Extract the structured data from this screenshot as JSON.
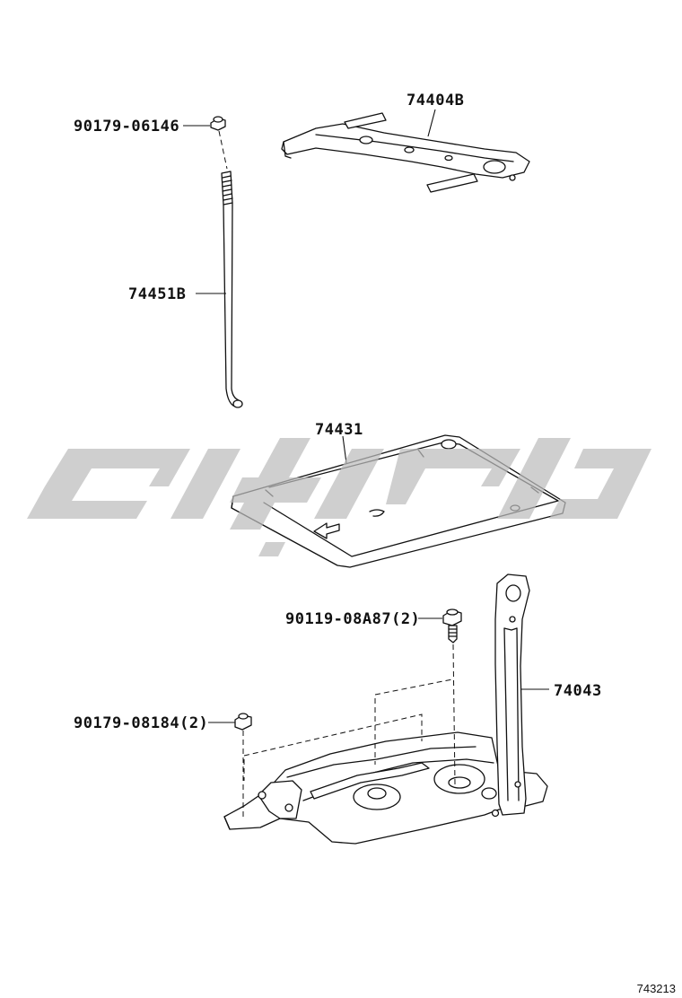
{
  "diagram": {
    "figure_number": "743213",
    "parts": [
      {
        "id": "bolt_top",
        "part_number": "90179-06146"
      },
      {
        "id": "battery_clamp",
        "part_number": "74404B"
      },
      {
        "id": "clamp_rod",
        "part_number": "74451B"
      },
      {
        "id": "battery_tray",
        "part_number": "74431"
      },
      {
        "id": "tray_bolt",
        "part_number": "90119-08A87(2)"
      },
      {
        "id": "carrier_support",
        "part_number": "74043"
      },
      {
        "id": "carrier_nut",
        "part_number": "90179-08184(2)"
      }
    ],
    "colors": {
      "line": "#111111",
      "background": "#ffffff",
      "watermark": "#bdbdbd"
    }
  }
}
